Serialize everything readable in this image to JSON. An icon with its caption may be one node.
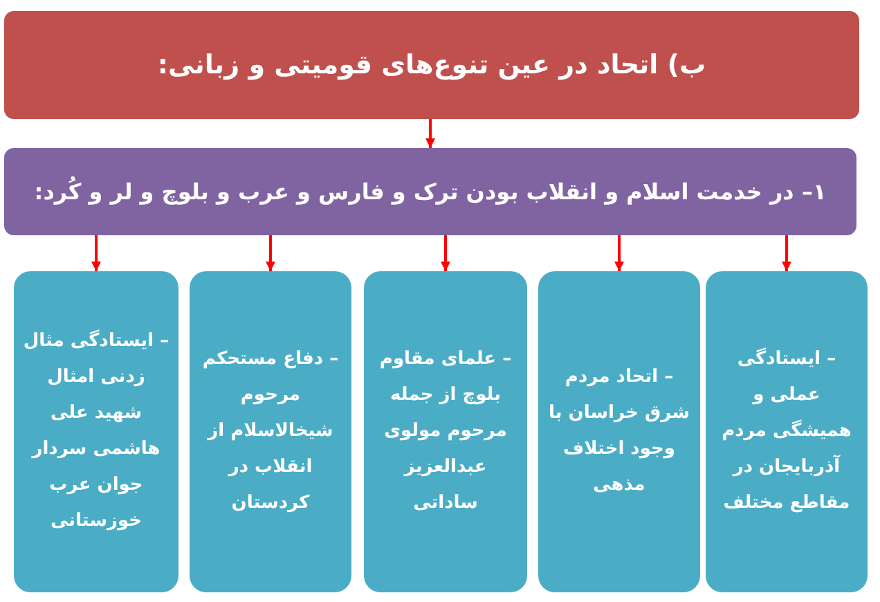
{
  "diagram": {
    "nodes": [
      {
        "text": [
          "ب) اتحاد در عین تنوع‌های قومیتی و زبانی:"
        ]
      },
      {
        "text": [
          "۱– در خدمت اسلام و انقلاب بودن ترک و فارس و عرب و بلوچ و لر و کُرد:"
        ]
      },
      {
        "text": [
          "– ایستادگی عملی و همیشگی مردم آذربایجان در مقاطع مختلف"
        ]
      },
      {
        "text": [
          "– اتحاد مردم شرق خراسان با وجود اختلاف مذهی"
        ]
      },
      {
        "text": [
          "– علمای مقاوم بلوچ از جمله مرحوم مولوی عبدالعزیز ساداتی"
        ]
      },
      {
        "text": [
          "– دفاع مستحکم مرحوم شیخالاسلام از انقلاب در کردستان"
        ]
      },
      {
        "text": [
          "– ایستادگی مثال زدنی امثال شهید علی هاشمی سردار جوان عرب خوزستانی"
        ]
      }
    ],
    "edges": [
      {
        "from": 0,
        "to": 1,
        "arrow": "to"
      },
      {
        "from": 1,
        "to": 2,
        "arrow": "to"
      },
      {
        "from": 1,
        "to": 3,
        "arrow": "to"
      },
      {
        "from": 1,
        "to": 4,
        "arrow": "to"
      },
      {
        "from": 1,
        "to": 5,
        "arrow": "to"
      },
      {
        "from": 1,
        "to": 6,
        "arrow": "to"
      }
    ]
  }
}
